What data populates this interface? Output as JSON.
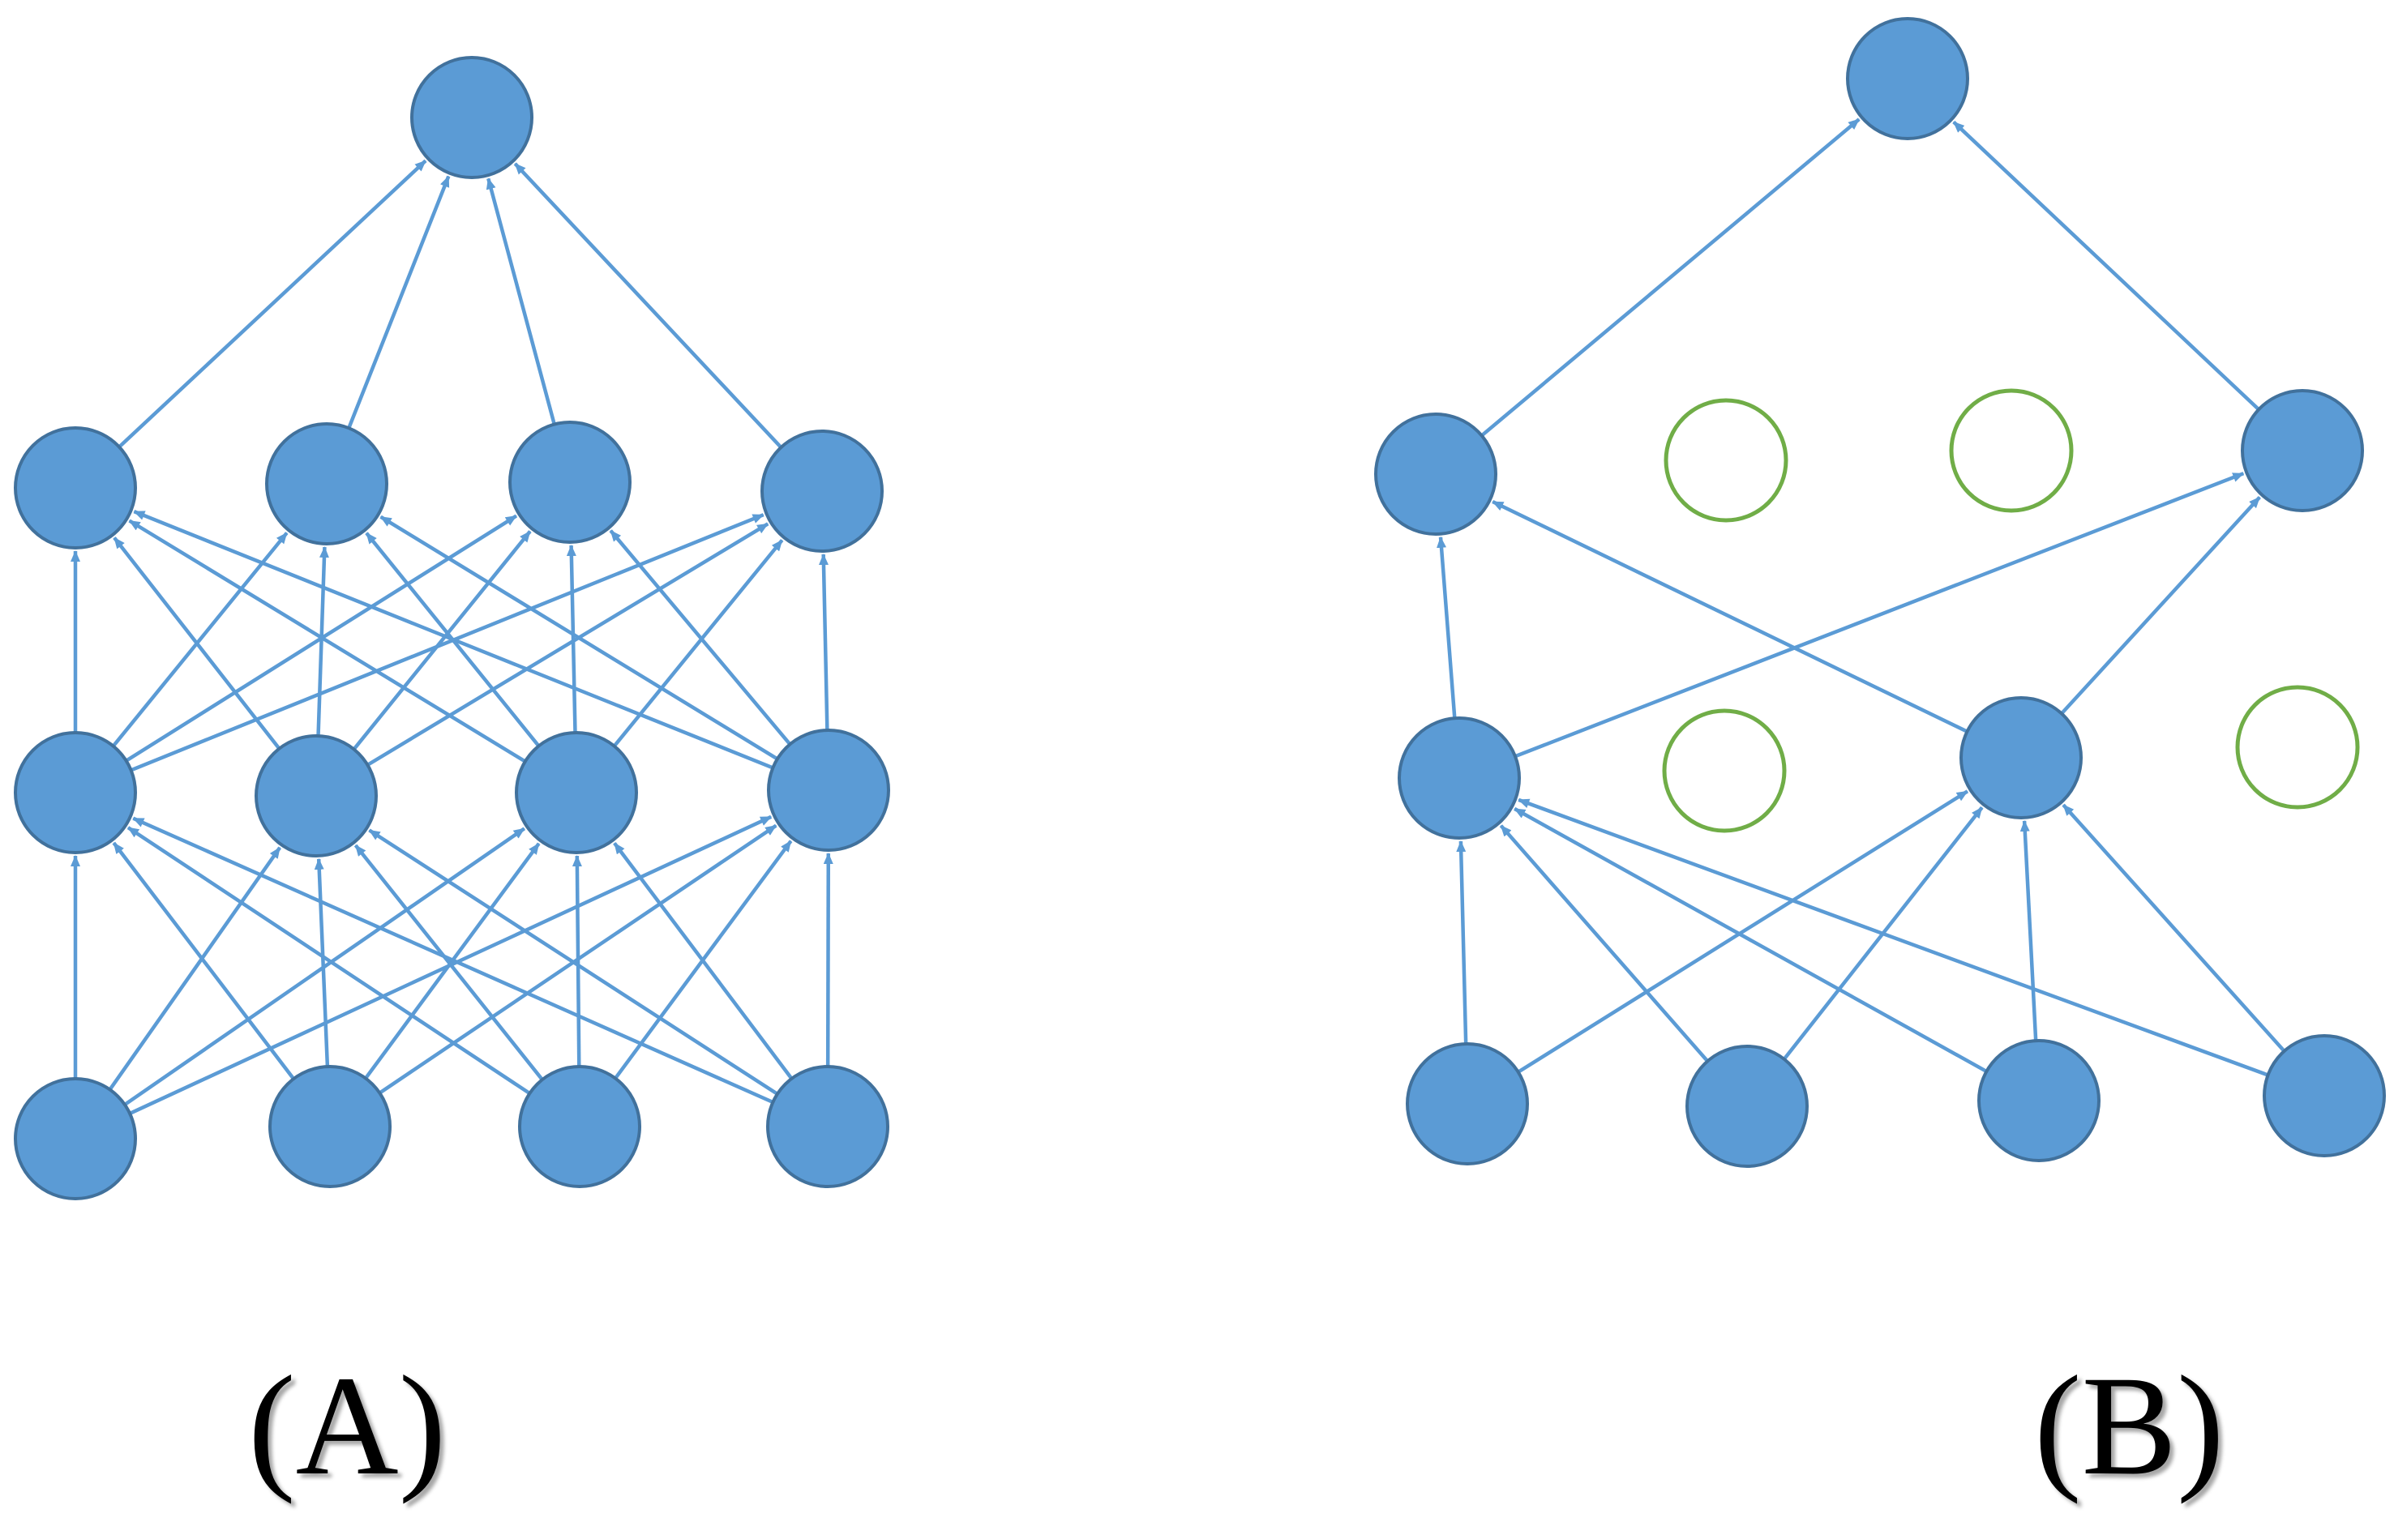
{
  "colors": {
    "active_node_fill": "#5b9bd5",
    "active_node_stroke": "#41719c",
    "dropped_node_stroke": "#70ad47",
    "edge": "#5b9bd5",
    "caption": "#000000"
  },
  "panels": [
    {
      "id": "A",
      "caption": "(A)",
      "description_role": "standard-network",
      "layers": [
        {
          "name": "input",
          "nodes": [
            true,
            true,
            true,
            true
          ]
        },
        {
          "name": "hidden-1",
          "nodes": [
            true,
            true,
            true,
            true
          ]
        },
        {
          "name": "hidden-2",
          "nodes": [
            true,
            true,
            true,
            true
          ]
        },
        {
          "name": "output",
          "nodes": [
            true
          ]
        }
      ],
      "connections": "full"
    },
    {
      "id": "B",
      "caption": "(B)",
      "description_role": "dropout-network",
      "layers": [
        {
          "name": "input",
          "nodes": [
            true,
            true,
            true,
            true
          ]
        },
        {
          "name": "hidden-1",
          "nodes": [
            true,
            false,
            true,
            false
          ]
        },
        {
          "name": "hidden-2",
          "nodes": [
            true,
            false,
            false,
            true
          ]
        },
        {
          "name": "output",
          "nodes": [
            true
          ]
        }
      ],
      "connections": "active-only"
    }
  ]
}
